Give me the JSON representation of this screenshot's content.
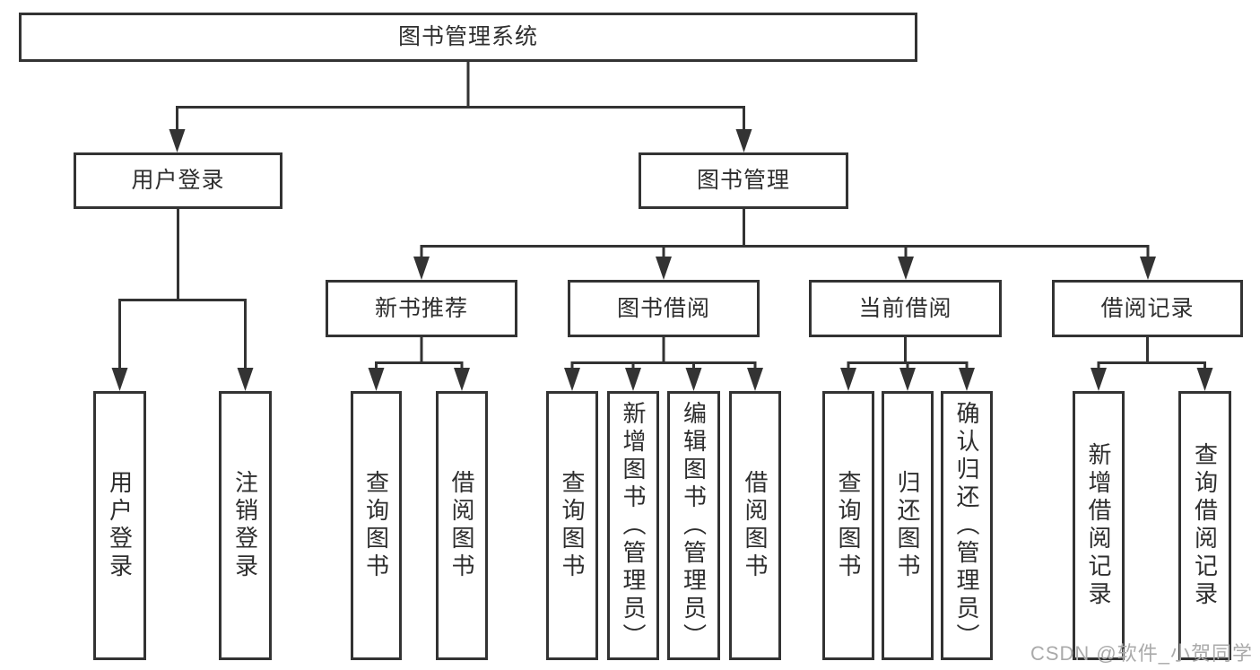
{
  "diagram": {
    "title_node": {
      "label": "图书管理系统"
    },
    "level2": [
      {
        "label": "用户登录"
      },
      {
        "label": "图书管理"
      }
    ],
    "level3": [
      {
        "label": "新书推荐"
      },
      {
        "label": "图书借阅"
      },
      {
        "label": "当前借阅"
      },
      {
        "label": "借阅记录"
      }
    ],
    "leaves": [
      {
        "label": "用户登录",
        "parent": "用户登录"
      },
      {
        "label": "注销登录",
        "parent": "用户登录"
      },
      {
        "label": "查询图书",
        "parent": "新书推荐"
      },
      {
        "label": "借阅图书",
        "parent": "新书推荐"
      },
      {
        "label": "查询图书",
        "parent": "图书借阅"
      },
      {
        "label": "新增图书（管理员）",
        "parent": "图书借阅"
      },
      {
        "label": "编辑图书（管理员）",
        "parent": "图书借阅"
      },
      {
        "label": "借阅图书",
        "parent": "图书借阅"
      },
      {
        "label": "查询图书",
        "parent": "当前借阅"
      },
      {
        "label": "归还图书",
        "parent": "当前借阅"
      },
      {
        "label": "确认归还（管理员）",
        "parent": "当前借阅"
      },
      {
        "label": "新增借阅记录",
        "parent": "借阅记录"
      },
      {
        "label": "查询借阅记录",
        "parent": "借阅记录"
      }
    ]
  },
  "watermark": {
    "text": "CSDN @软件_小贺同学"
  },
  "colors": {
    "line": "#333333",
    "box_border": "#333333",
    "text": "#2e2e2e",
    "background": "#ffffff",
    "watermark": "#aaaaaa"
  }
}
